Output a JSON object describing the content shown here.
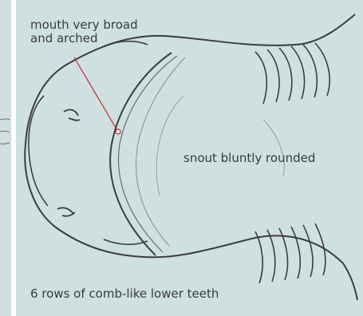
{
  "labels": {
    "mouth": "mouth very broad\nand arched",
    "snout": "snout bluntly rounded",
    "teeth": "6 rows of comb-like lower teeth"
  },
  "colors": {
    "background": "#cfe0e1",
    "outline": "#3d3d3d",
    "leader_line": "#c0272d",
    "text": "#3a3a3a"
  }
}
